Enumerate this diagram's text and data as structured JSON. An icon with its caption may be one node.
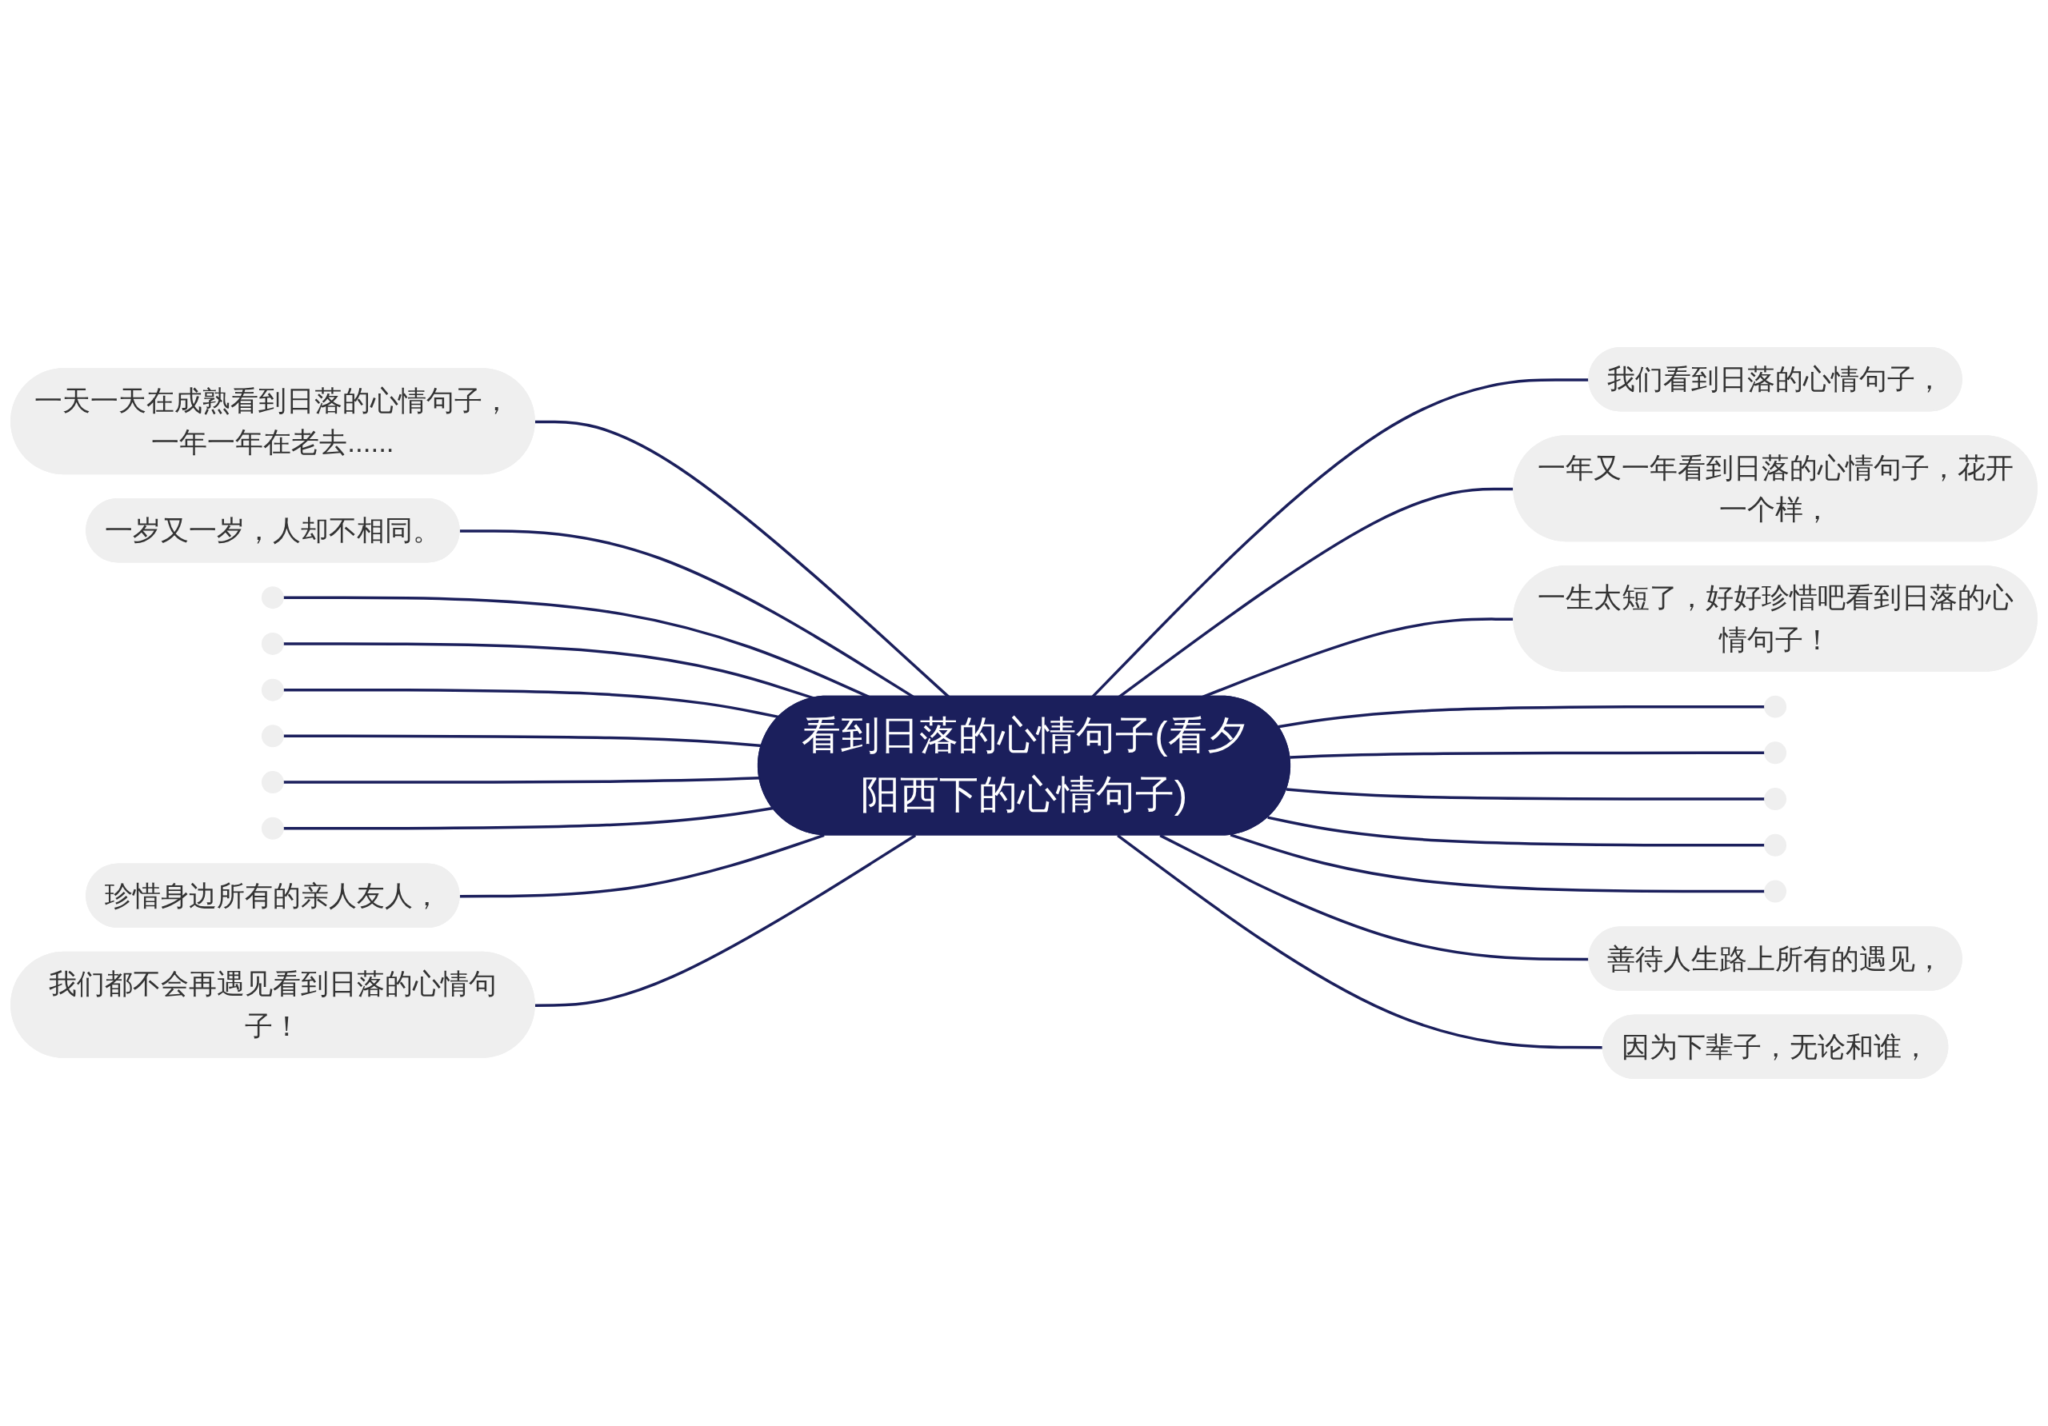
{
  "diagram": {
    "nodes": [
      {
        "text": [
          "看到日落的心情句子(看夕阳西下的心情句子)"
        ]
      },
      {
        "text": [
          "一天一天在成熟看到日落的心情句子，一年一年在老去......"
        ]
      },
      {
        "text": [
          "一岁又一岁，人却不相同。"
        ]
      },
      {
        "text": [],
        "shape": "circle"
      },
      {
        "text": [],
        "shape": "circle"
      },
      {
        "text": [],
        "shape": "circle"
      },
      {
        "text": [],
        "shape": "circle"
      },
      {
        "text": [],
        "shape": "circle"
      },
      {
        "text": [],
        "shape": "circle"
      },
      {
        "text": [
          "珍惜身边所有的亲人友人，"
        ]
      },
      {
        "text": [
          "我们都不会再遇见看到日落的心情句子！"
        ]
      },
      {
        "text": [
          "我们看到日落的心情句子，"
        ]
      },
      {
        "text": [
          "一年又一年看到日落的心情句子，花开一个样，"
        ]
      },
      {
        "text": [
          "一生太短了，好好珍惜吧看到日落的心情句子！"
        ]
      },
      {
        "text": [],
        "shape": "circle"
      },
      {
        "text": [],
        "shape": "circle"
      },
      {
        "text": [],
        "shape": "circle"
      },
      {
        "text": [],
        "shape": "circle"
      },
      {
        "text": [],
        "shape": "circle"
      },
      {
        "text": [
          "善待人生路上所有的遇见，"
        ]
      },
      {
        "text": [
          "因为下辈子，无论和谁，"
        ]
      }
    ],
    "edges": [
      {
        "from": 0,
        "to": 1,
        "arrow": "none"
      },
      {
        "from": 0,
        "to": 2,
        "arrow": "none"
      },
      {
        "from": 0,
        "to": 3,
        "arrow": "none"
      },
      {
        "from": 0,
        "to": 4,
        "arrow": "none"
      },
      {
        "from": 0,
        "to": 5,
        "arrow": "none"
      },
      {
        "from": 0,
        "to": 6,
        "arrow": "none"
      },
      {
        "from": 0,
        "to": 7,
        "arrow": "none"
      },
      {
        "from": 0,
        "to": 8,
        "arrow": "none"
      },
      {
        "from": 0,
        "to": 9,
        "arrow": "none"
      },
      {
        "from": 0,
        "to": 10,
        "arrow": "none"
      },
      {
        "from": 0,
        "to": 11,
        "arrow": "none"
      },
      {
        "from": 0,
        "to": 12,
        "arrow": "none"
      },
      {
        "from": 0,
        "to": 13,
        "arrow": "none"
      },
      {
        "from": 0,
        "to": 14,
        "arrow": "none"
      },
      {
        "from": 0,
        "to": 15,
        "arrow": "none"
      },
      {
        "from": 0,
        "to": 16,
        "arrow": "none"
      },
      {
        "from": 0,
        "to": 17,
        "arrow": "none"
      },
      {
        "from": 0,
        "to": 18,
        "arrow": "none"
      },
      {
        "from": 0,
        "to": 19,
        "arrow": "none"
      },
      {
        "from": 0,
        "to": 20,
        "arrow": "none"
      }
    ]
  }
}
